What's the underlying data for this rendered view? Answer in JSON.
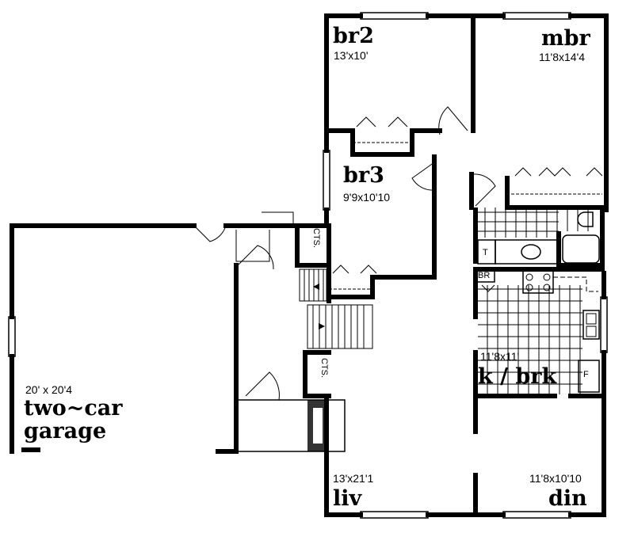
{
  "rooms": {
    "br2": {
      "name": "br2",
      "size": "13'x10'"
    },
    "mbr": {
      "name": "mbr",
      "size": "11'8x14'4"
    },
    "br3": {
      "name": "br3",
      "size": "9'9x10'10"
    },
    "kitchen": {
      "name": "k / brk",
      "size": "11'8x11'"
    },
    "garage": {
      "name1": "two~car",
      "name2": "garage",
      "size": "20' x 20'4"
    },
    "liv": {
      "name": "liv",
      "size": "13'x21'1"
    },
    "din": {
      "name": "din",
      "size": "11'8x10'10"
    }
  },
  "fixtures": {
    "cts1": "CTS.",
    "cts2": "CTS.",
    "br": "BR",
    "toilet": "T",
    "fridge": "F"
  },
  "colors": {
    "ink": "#000000",
    "paper": "#ffffff"
  }
}
